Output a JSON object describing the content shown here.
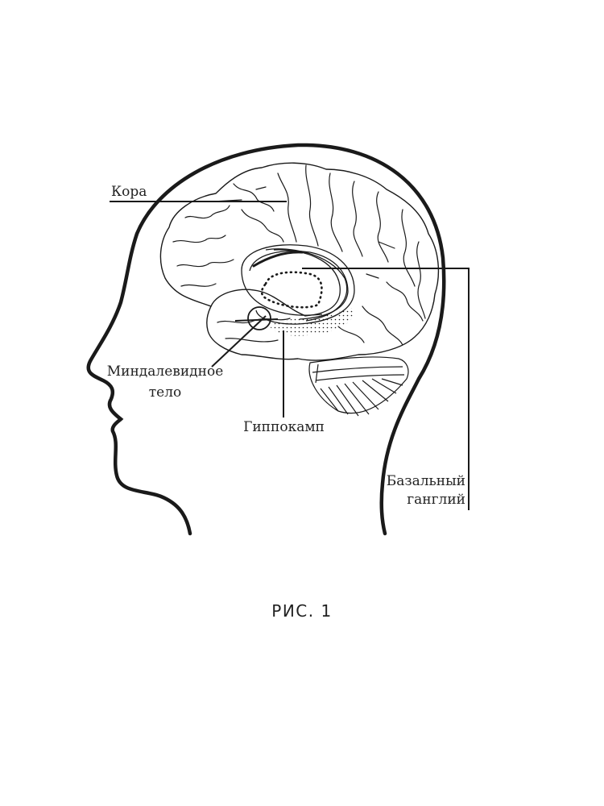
{
  "figure": {
    "caption": "РИС. 1",
    "subject": "brain-in-head-sagittal-diagram",
    "labels": {
      "cortex": "Кора",
      "amygdala_line1": "Миндалевидное",
      "amygdala_line2": "тело",
      "hippocampus": "Гиппокамп",
      "basal_ganglia_line1": "Базальный",
      "basal_ganglia_line2": "ганглий"
    },
    "colors": {
      "ink": "#1a1a1a",
      "background": "#ffffff"
    }
  }
}
